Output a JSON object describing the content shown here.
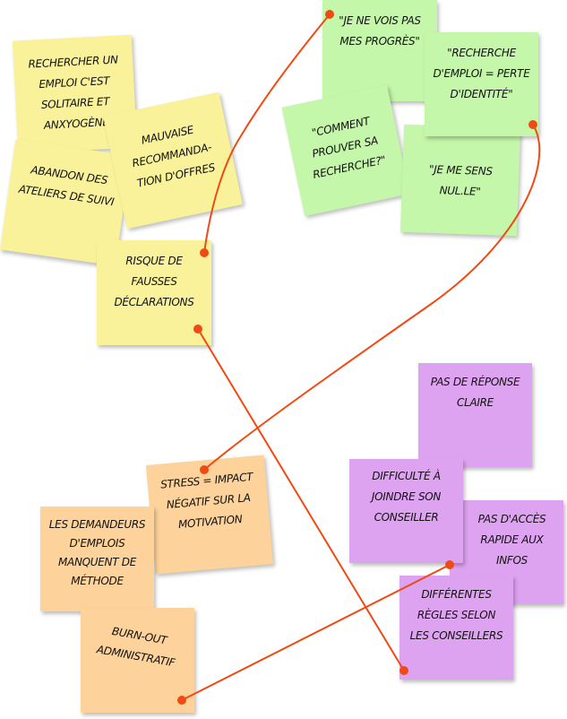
{
  "colors": {
    "yellow": "#f9f29b",
    "green": "#c5f7aa",
    "orange": "#fdd39b",
    "purple": "#dea3f0",
    "connector": "#f04a14"
  },
  "notes": {
    "yellow": [
      "Rechercher un emploi c'est solitaire et anxyogène",
      "Abandon des ateliers de suivi",
      "Mauvaise recommanda-tion d'offres",
      "Risque de fausses déclarations"
    ],
    "green": [
      "\"Je ne vois pas mes progrès\"",
      "\"Comment prouver sa recherche?\"",
      "\"Je me sens nul.le\"",
      "\"Recherche d'emploi = perte d'identité\""
    ],
    "orange": [
      "Stress = impact négatif sur la motivation",
      "Les demandeurs d'emplois manquent de méthode",
      "Burn-out administratif"
    ],
    "purple": [
      "Pas de réponse claire",
      "Pas d'accès rapide aux infos",
      "Difficulté à joindre son conseiller",
      "Différentes règles selon les conseillers"
    ]
  }
}
